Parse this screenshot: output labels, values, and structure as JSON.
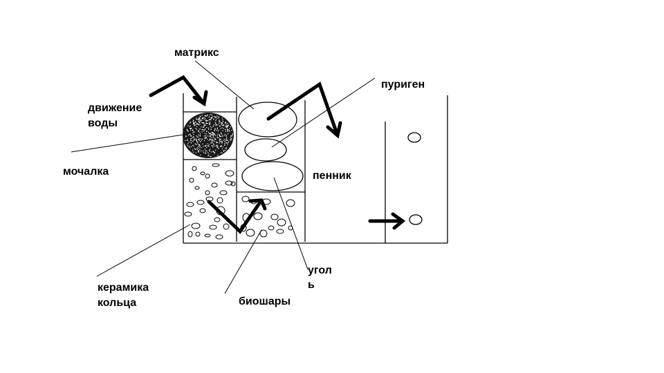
{
  "labels": {
    "matrix": "матрикс",
    "purigen": "пуриген",
    "water_flow_1": "движение",
    "water_flow_2": "воды",
    "sponge": "мочалка",
    "skimmer": "пенник",
    "carbon_1": "угол",
    "carbon_2": "ь",
    "ceramic_1": "керамика",
    "ceramic_2": "кольца",
    "bioballs": "биошары"
  },
  "colors": {
    "ink": "#000000",
    "background": "#ffffff"
  }
}
